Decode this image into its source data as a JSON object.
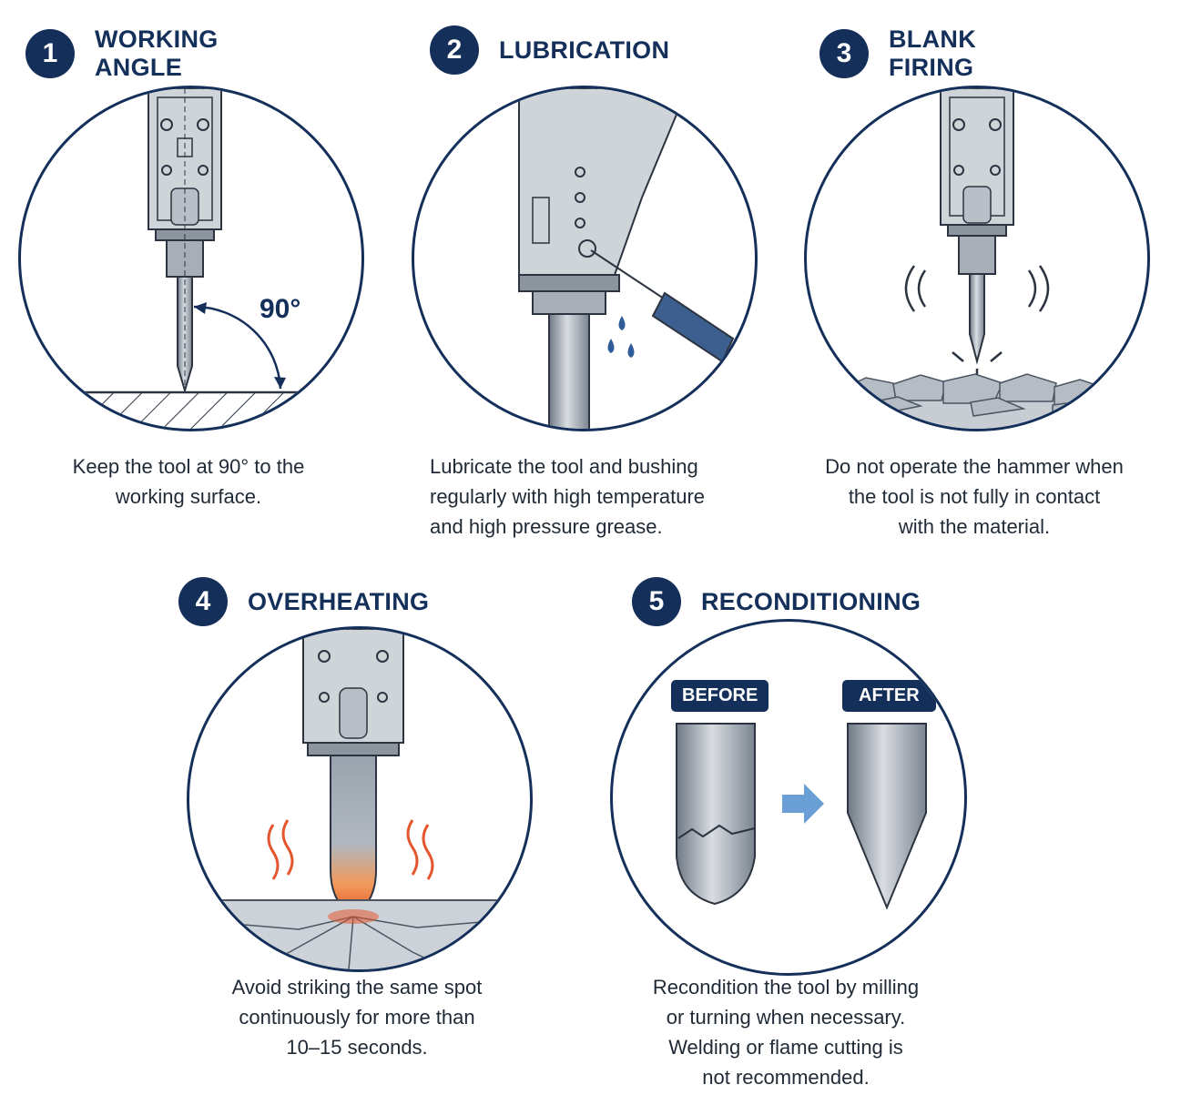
{
  "colors": {
    "navy": "#14305a",
    "steel": "#9aa3ad",
    "heat": "#e4572e",
    "arrow": "#6a9fd6"
  },
  "panels": [
    {
      "number": "1",
      "title": "WORKING ANGLE",
      "angle_label": "90°",
      "caption": [
        "Keep the tool at 90° to the",
        "working surface."
      ]
    },
    {
      "number": "2",
      "title": "LUBRICATION",
      "caption": [
        "Lubricate the tool and bushing",
        "regularly with high temperature",
        "and high pressure grease."
      ]
    },
    {
      "number": "3",
      "title": "BLANK FIRING",
      "caption": [
        "Do not operate the hammer when",
        "the tool is not fully in contact",
        "with the material."
      ]
    },
    {
      "number": "4",
      "title": "OVERHEATING",
      "caption": [
        "Avoid striking the same spot",
        "continuously for more than",
        "10–15 seconds."
      ]
    },
    {
      "number": "5",
      "title": "RECONDITIONING",
      "before_label": "BEFORE",
      "after_label": "AFTER",
      "caption": [
        "Recondition the tool by milling",
        "or turning when necessary.",
        "Welding or flame cutting is",
        "not recommended."
      ]
    }
  ]
}
